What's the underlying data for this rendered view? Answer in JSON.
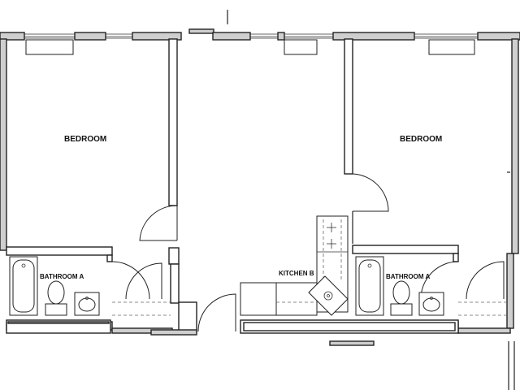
{
  "rooms": {
    "bedroom_left": "BEDROOM",
    "bedroom_right": "BEDROOM",
    "bathroom_left": "BATHROOM A",
    "bathroom_right": "BATHROOM A",
    "kitchen": "KITCHEN B"
  }
}
